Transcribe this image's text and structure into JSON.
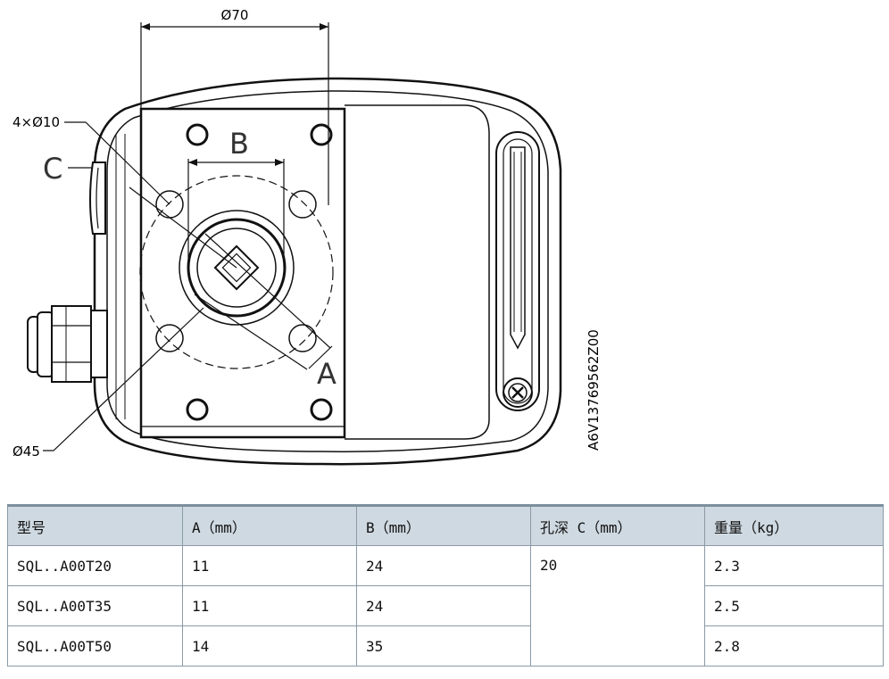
{
  "drawing": {
    "labels": {
      "dia70": "Ø70",
      "holes": "4×Ø10",
      "c": "C",
      "b": "B",
      "a": "A",
      "dia45": "Ø45",
      "code": "A6V13769562Z00"
    }
  },
  "table": {
    "headers": [
      "型号",
      "A（mm）",
      "B（mm）",
      "孔深 C（mm）",
      "重量（kg）"
    ],
    "rows": [
      {
        "model": "SQL..A00T20",
        "a": "11",
        "b": "24",
        "weight": "2.3"
      },
      {
        "model": "SQL..A00T35",
        "a": "11",
        "b": "24",
        "weight": "2.5"
      },
      {
        "model": "SQL..A00T50",
        "a": "14",
        "b": "35",
        "weight": "2.8"
      }
    ],
    "hole_depth": "20"
  }
}
